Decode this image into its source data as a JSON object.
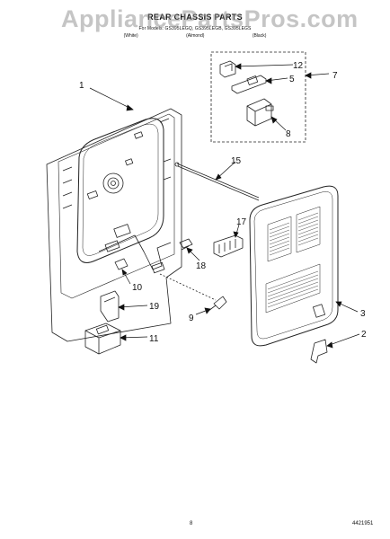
{
  "header": {
    "title": "REAR CHASSIS PARTS",
    "models": "For Models: GS395LEGQ, GS395LEGB, GS395LEGS",
    "colors": [
      "(White)",
      "(Almond)",
      "(Black)"
    ]
  },
  "watermark": "AppliancePartsPros.com",
  "callouts": {
    "c1": "1",
    "c2": "2",
    "c3": "3",
    "c5": "5",
    "c7": "7",
    "c8": "8",
    "c9": "9",
    "c10": "10",
    "c11": "11",
    "c12": "12",
    "c15": "15",
    "c17": "17",
    "c18": "18",
    "c19": "19"
  },
  "footer": {
    "page": "8",
    "doc_number": "4421951"
  }
}
